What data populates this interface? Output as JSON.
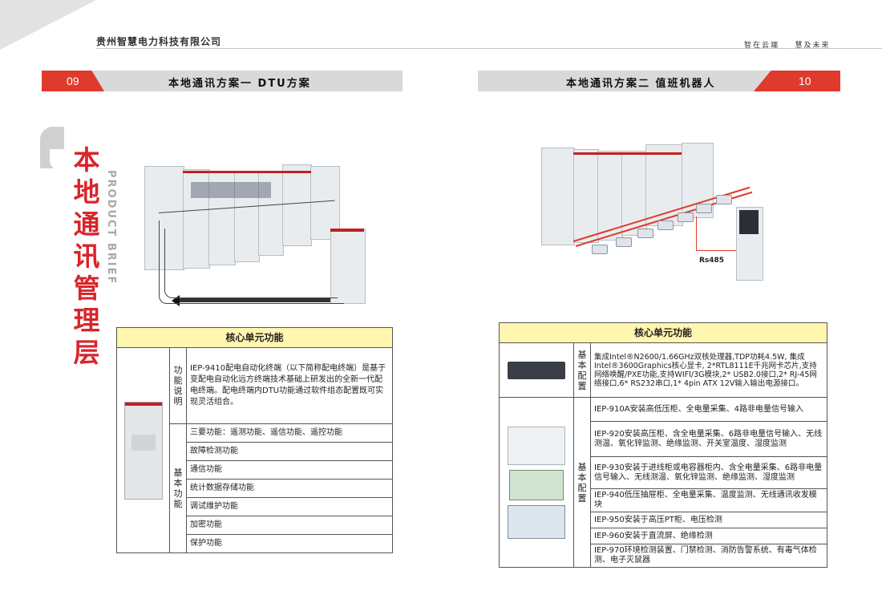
{
  "header": {
    "company": "贵州智慧电力科技有限公司",
    "slogan": "智在云端    慧及未来"
  },
  "left_page": {
    "page_number": "09",
    "section_title": "本地通讯方案一  DTU方案",
    "vertical_title": [
      "本",
      "地",
      "通",
      "讯",
      "管",
      "理",
      "层"
    ],
    "vertical_subtitle": "PRODUCT BRIEF",
    "table": {
      "header": "核心单元功能",
      "function_label": "功能说明",
      "function_text": "IEP-9410配电自动化终端（以下简称配电终端）是基于变配电自动化远方终端技术基础上研发出的全新一代配电终端。配电终端内DTU功能通过软件组态配置既可实现灵活组合。",
      "basic_label": "基本功能",
      "items": [
        "三要功能：遥测功能、遥信功能、遥控功能",
        "故障检测功能",
        "通信功能",
        "统计数据存储功能",
        "调试维护功能",
        "加密功能",
        "保护功能"
      ]
    }
  },
  "right_page": {
    "page_number": "10",
    "section_title": "本地通讯方案二  值班机器人",
    "rs485_label": "Rs485",
    "table": {
      "header": "核心单元功能",
      "config_label": "基本配置",
      "config_text": "集成Intel®N2600/1.66GHz双核处理器,TDP功耗4.5W, 集成Intel®3600Graphics核心显卡, 2*RTL8111E千兆网卡芯片,支持网络唤醒/PXE功能,支持WIFI/3G模块,2* USB2.0接口,2* RJ-45网络接口,6* RS232串口,1* 4pin ATX 12V输入输出电源接口。",
      "config_label2": "基本配置",
      "items": [
        "IEP-910A安装高低压柜、全电量采集、4路非电量信号输入",
        "IEP-920安装高压柜、含全电量采集、6路非电量信号输入、无线测温、氧化锌监测、绝缘监测、开关室温度、湿度监测",
        "IEP-930安装于进线柜或电容器柜内、含全电量采集、6路非电量信号输入、无线测温、氧化锌监测、绝缘监测、湿度监测",
        "IEP-940低压抽屉柜、全电量采集、温度监测、无线通讯收发模块",
        "IEP-950安装于高压PT柜、电压检测",
        "IEP-960安装于直流屏、绝缘检测",
        "IEP-970环境检测装置、门禁检测、消防告警系统、有毒气体检测、电子灭鼠器"
      ]
    }
  },
  "colors": {
    "accent_red": "#e03a2d",
    "title_red": "#d8252b",
    "table_header": "#fff6b0"
  }
}
